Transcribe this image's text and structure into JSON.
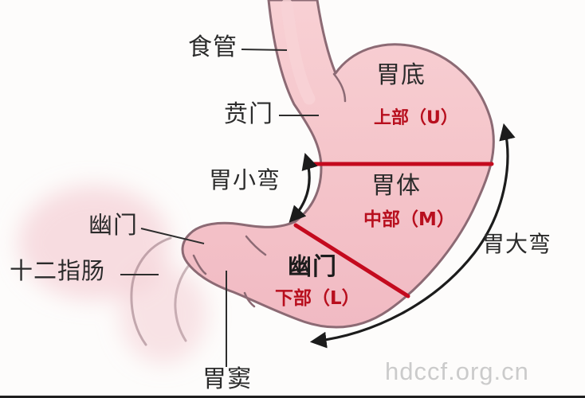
{
  "diagram": {
    "labels": {
      "esophagus": "食管",
      "cardia": "贲门",
      "lesser_curvature": "胃小弯",
      "pylorus_outer": "幽门",
      "duodenum": "十二指肠",
      "antrum": "胃窦",
      "greater_curvature": "胃大弯",
      "fundus": "胃底",
      "body": "胃体",
      "pylorus_inner": "幽门",
      "section_upper": "上部（U）",
      "section_middle": "中部（M）",
      "section_lower": "下部（L）"
    },
    "watermark": "hdccf.org.cn",
    "colors": {
      "stomach_fill_light": "#f8d0d4",
      "stomach_fill_deep": "#f1bac3",
      "outline": "#8c6a74",
      "divider_red": "#c40a1e",
      "section_text_red": "#b80f1e",
      "label_text": "#2b2b2b",
      "arrow_black": "#1c1c1c",
      "watermark_gray": "#cbcbcb"
    }
  }
}
